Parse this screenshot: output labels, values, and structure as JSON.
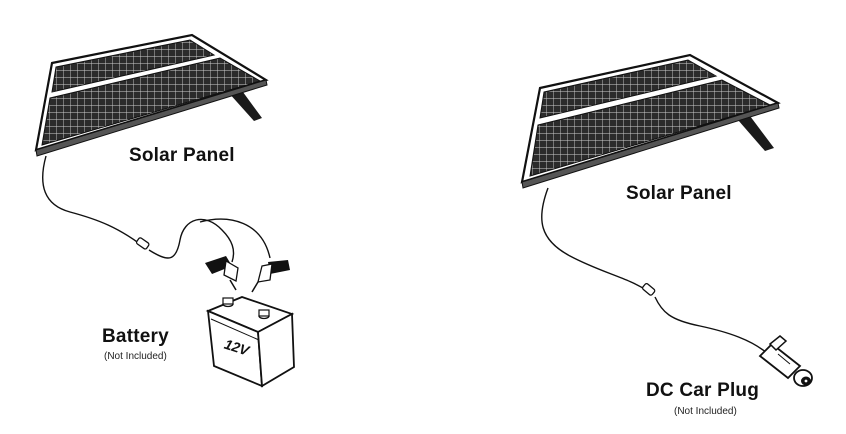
{
  "left_setup": {
    "panel_label": "Solar Panel",
    "battery_label": "Battery",
    "battery_note": "(Not Included)",
    "battery_voltage": "12V"
  },
  "right_setup": {
    "panel_label": "Solar Panel",
    "plug_label": "DC Car Plug",
    "plug_note": "(Not Included)"
  },
  "colors": {
    "ink": "#111111",
    "panel_cell": "#2b2b2b",
    "background": "#ffffff"
  }
}
